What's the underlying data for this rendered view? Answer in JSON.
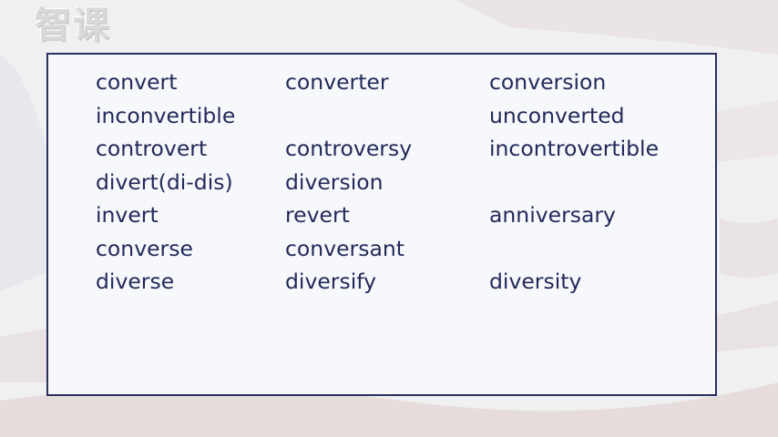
{
  "logo_text": "智课",
  "rows": [
    [
      "convert",
      "converter",
      "conversion"
    ],
    [
      "inconvertible",
      "",
      "unconverted"
    ],
    [
      "controvert",
      "controversy",
      "incontrovertible"
    ],
    [
      "divert(di-dis)",
      "diversion",
      ""
    ],
    [
      "invert",
      "revert",
      "anniversary"
    ],
    [
      "converse",
      "conversant",
      ""
    ],
    [
      "diverse",
      "diversify",
      "diversity"
    ]
  ]
}
